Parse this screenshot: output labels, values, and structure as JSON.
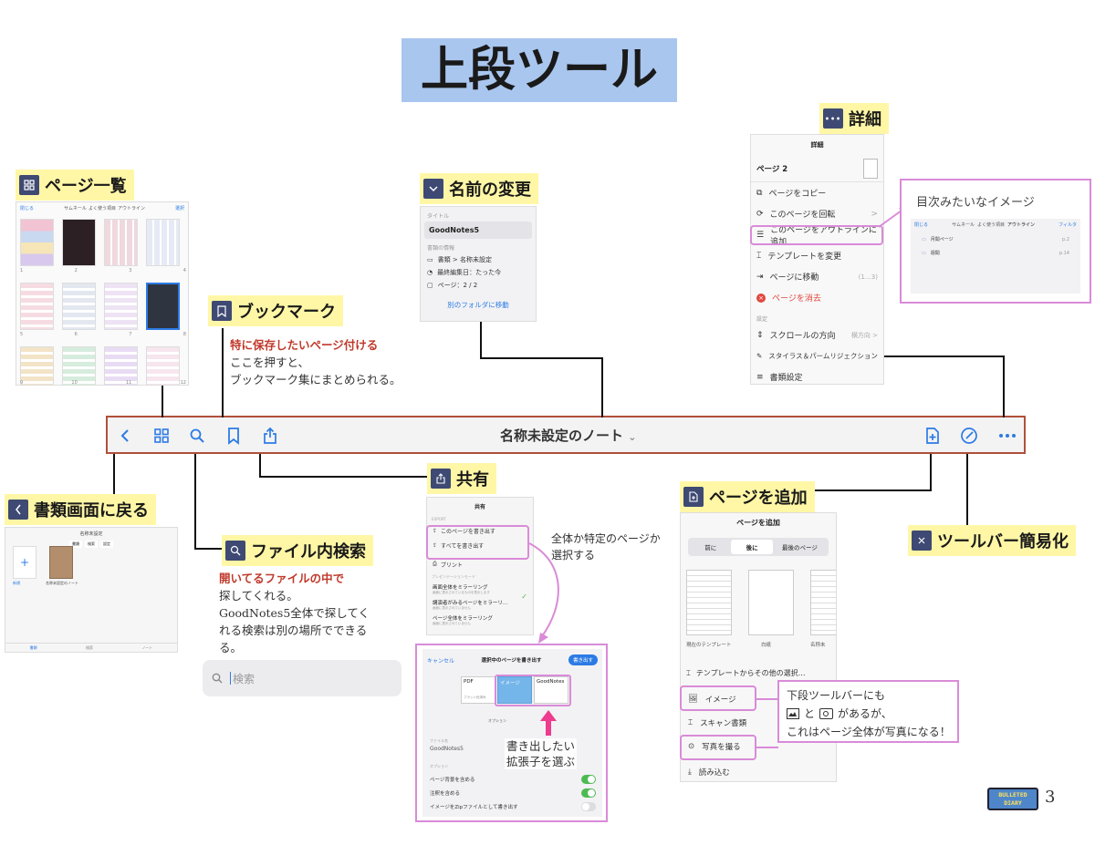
{
  "title": "上段ツール",
  "toolbar": {
    "doc_title": "名称未設定のノート",
    "chevron": "⌄",
    "icons": [
      "back-icon",
      "grid-icon",
      "search-icon",
      "bookmark-icon",
      "share-icon",
      "add-page-icon",
      "simplify-icon",
      "more-icon"
    ]
  },
  "labels": {
    "pages": "ページ一覧",
    "bookmark": "ブックマーク",
    "rename": "名前の変更",
    "detail": "詳細",
    "back": "書類画面に戻る",
    "search": "ファイル内検索",
    "share": "共有",
    "add_page": "ページを追加",
    "simplify": "ツールバー簡易化",
    "detail_box_icon": "•••"
  },
  "bookmark_note": {
    "red": "特に保存したいページ付ける",
    "lines": [
      "ここを押すと、",
      "ブックマーク集にまとめられる。"
    ]
  },
  "search_note": {
    "red": "開いてるファイルの中で",
    "lines": [
      "探してくれる。",
      "GoodNotes5全体で探してく",
      "れる検索は別の場所でできる",
      "る。"
    ]
  },
  "search_bar": {
    "placeholder": "検索"
  },
  "pages_panel": {
    "close": "閉じる",
    "tabs": [
      "サムネール",
      "よく使う項目",
      "アウトライン"
    ],
    "select": "選択",
    "numbers": [
      "1",
      "2",
      "3",
      "4",
      "5",
      "6",
      "7",
      "8",
      "9",
      "10",
      "11",
      "12"
    ]
  },
  "rename_panel": {
    "title_label": "タイトル",
    "title_value": "GoodNotes5",
    "info_label": "書類の情報",
    "path": "書類 > 名称未設定",
    "edited": "最終編集日：たった今",
    "page": "ページ：2 / 2",
    "move": "別のフォルダに移動"
  },
  "detail_panel": {
    "header": "詳細",
    "page": "ページ 2",
    "items": [
      "ページをコピー",
      "このページを回転",
      "このページをアウトラインに追加",
      "テンプレートを変更",
      "ページに移動",
      "ページを消去"
    ],
    "goto_hint": "(1…3)",
    "rotate_chevron": ">",
    "settings": "設定",
    "scroll": "スクロールの方向",
    "scroll_value": "横方向 >",
    "stylus": "スタイラス＆パームリジェクション",
    "doc_settings": "書類設定"
  },
  "outline_note": "目次みたいなイメージ",
  "outline_panel": {
    "close": "閉じる",
    "tabs": [
      "サムネール",
      "よく使う項目",
      "アウトライン"
    ],
    "filter": "フィルタ",
    "items": [
      {
        "name": "月間ページ",
        "page": "p.2"
      },
      {
        "name": "週間",
        "page": "p.14"
      }
    ]
  },
  "back_panel": {
    "header": "名称未設定",
    "tabs": [
      "書類",
      "検索",
      "設定"
    ],
    "new_label": "新規",
    "doc_label": "名称未設定のノート",
    "bottom": [
      "書類",
      "検索",
      "ノート"
    ]
  },
  "share_panel": {
    "header": "共有",
    "export": "EXPORT",
    "items": [
      "このページを書き出す",
      "すべてを書き出す",
      "プリント"
    ],
    "present": "プレゼンテーションモード",
    "mirror": [
      {
        "title": "画面全体をミラーリング",
        "desc": "画面に表示されているものを表示します"
      },
      {
        "title": "講演者がみるページをミラーリ…",
        "desc": "画面に表示されていません"
      },
      {
        "title": "ページ全体をミラーリング",
        "desc": "画面に表示されていません"
      }
    ]
  },
  "share_note": "全体か特定のページか\n選択する",
  "export_panel": {
    "cancel": "キャンセル",
    "title": "選択中のページを書き出す",
    "action": "書き出す",
    "formats": [
      "PDF",
      "イメージ",
      "GoodNotes"
    ],
    "pdf_sub": "フラット化済み",
    "option": "オプション",
    "filename_label": "ファイル名",
    "filename": "GoodNotes5",
    "options_label": "オプション",
    "options": [
      "ページ背景を含める",
      "注釈を含める",
      "イメージをZipファイルとして書き出す"
    ],
    "note_lines": [
      "書き出したい",
      "拡張子を選ぶ"
    ]
  },
  "add_panel": {
    "header": "ページを追加",
    "segments": [
      "前に",
      "後に",
      "最後のページ"
    ],
    "templates": [
      "現在のテンプレート",
      "白紙",
      "名称未"
    ],
    "more": "テンプレートからその他の選択…",
    "items": [
      "イメージ",
      "スキャン書類",
      "写真を撮る",
      "読み込む"
    ]
  },
  "lower_note": {
    "line1": "下段ツールバーにも",
    "line2": "があるが、",
    "and": "と",
    "line3": "これはページ全体が写真になる！"
  },
  "page_number": "3",
  "logo_text": "BULLETED DIARY"
}
